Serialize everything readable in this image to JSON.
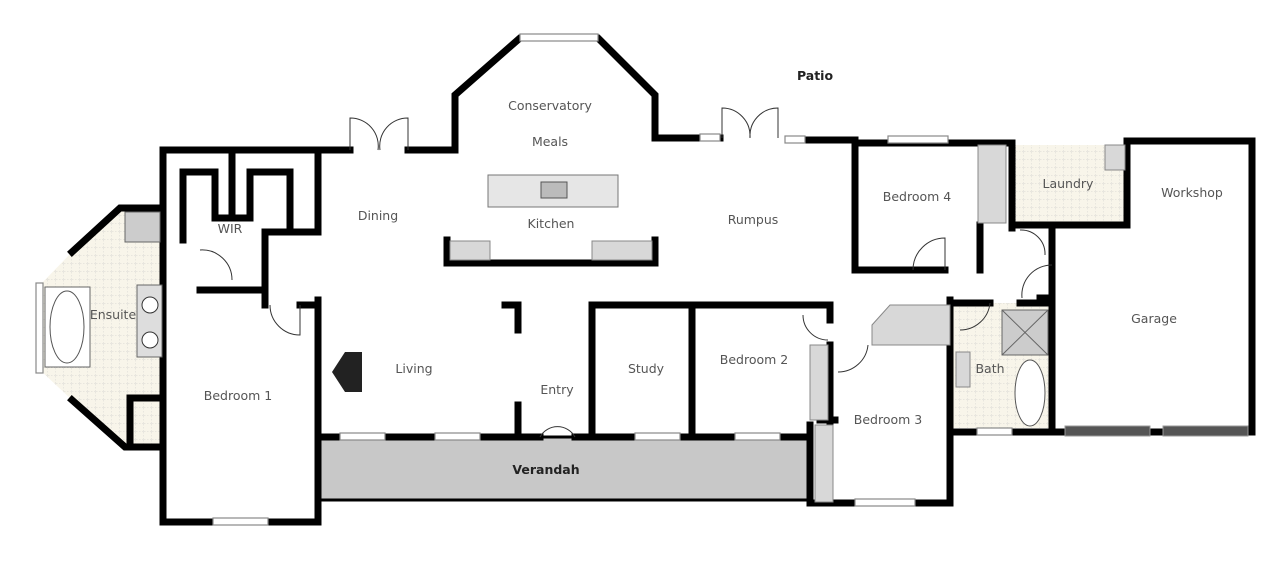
{
  "plan": {
    "rooms": {
      "patio": "Patio",
      "conservatory": "Conservatory",
      "meals": "Meals",
      "kitchen": "Kitchen",
      "dining": "Dining",
      "rumpus": "Rumpus",
      "bedroom4": "Bedroom 4",
      "laundry": "Laundry",
      "workshop": "Workshop",
      "wir": "WIR",
      "ensuite": "Ensuite",
      "bedroom1": "Bedroom 1",
      "living": "Living",
      "entry": "Entry",
      "study": "Study",
      "bedroom2": "Bedroom 2",
      "bedroom3": "Bedroom 3",
      "bath": "Bath",
      "garage": "Garage",
      "verandah": "Verandah"
    },
    "colors": {
      "wall": "#000000",
      "fixture": "#d8d8d8",
      "verandah": "#c8c8c8",
      "tile": "#f6f3e6"
    }
  }
}
